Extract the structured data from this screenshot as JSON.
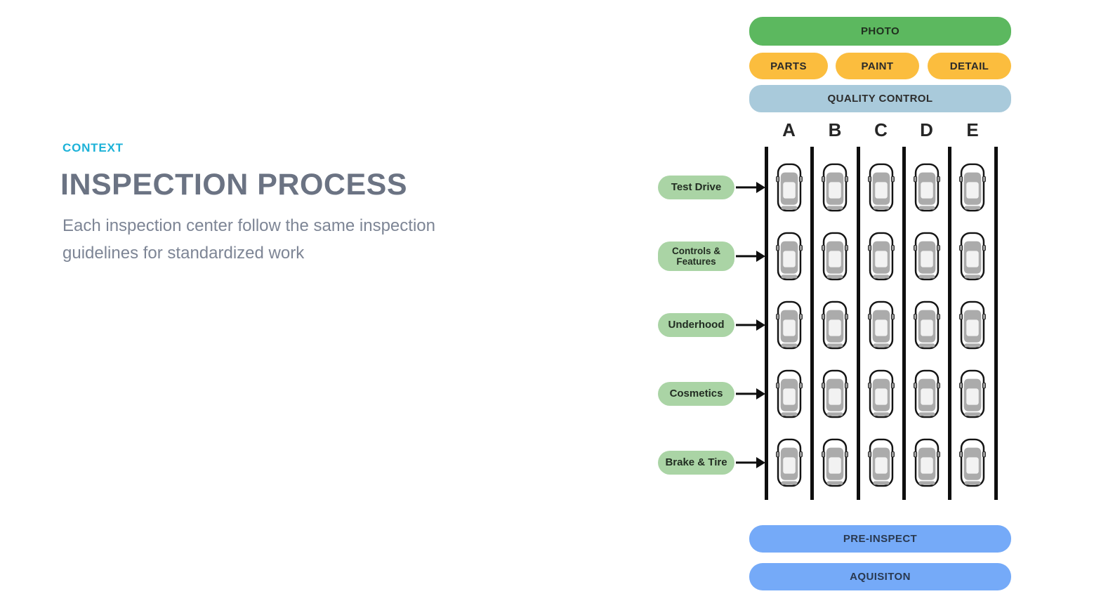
{
  "left_panel": {
    "eyebrow": "CONTEXT",
    "title": "INSPECTION PROCESS",
    "subtitle": "Each inspection center follow the same inspection guidelines for standardized work"
  },
  "diagram": {
    "top_stage": "PHOTO",
    "sub_stages": [
      "PARTS",
      "PAINT",
      "DETAIL"
    ],
    "quality_stage": "QUALITY CONTROL",
    "lanes": [
      "A",
      "B",
      "C",
      "D",
      "E"
    ],
    "cars_per_lane": 5,
    "stations": [
      "Test Drive",
      "Controls & Features",
      "Underhood",
      "Cosmetics",
      "Brake & Tire"
    ],
    "bottom_stages": [
      "PRE-INSPECT",
      "AQUISITON"
    ],
    "colors": {
      "photo_green": "#5cb85f",
      "stage_yellow": "#fbbd3e",
      "quality_blue": "#a9cadb",
      "bottom_blue": "#75aaf8",
      "station_green": "#aad4a5",
      "eyebrow_cyan": "#1cb2d8",
      "title_gray": "#6b7383",
      "subtitle_gray": "#7d8595",
      "line_black": "#0e0e0e",
      "car_gray": "#ababab"
    }
  }
}
